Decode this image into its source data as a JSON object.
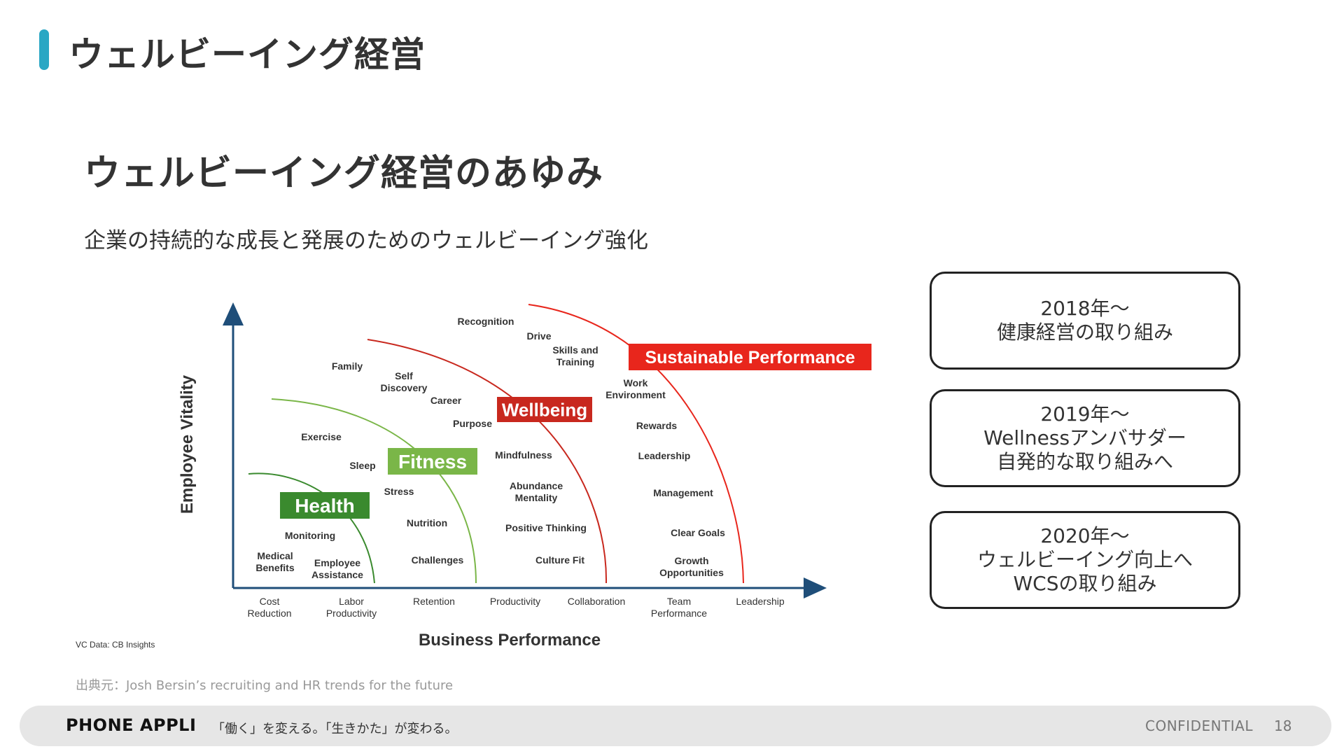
{
  "header": {
    "title": "ウェルビーイング経営",
    "accent_color": "#2aa7c4"
  },
  "section": {
    "title": "ウェルビーイング経営のあゆみ",
    "lead": "企業の持続的な成長と発展のためのウェルビーイング強化"
  },
  "diagram": {
    "y_axis_label": "Employee Vitality",
    "x_axis_label": "Business Performance",
    "credit": "VC Data: CB Insights",
    "x_ticks": [
      [
        "Cost",
        "Reduction"
      ],
      [
        "Labor",
        "Productivity"
      ],
      [
        "Retention"
      ],
      [
        "Productivity"
      ],
      [
        "Collaboration"
      ],
      [
        "Team",
        "Performance"
      ],
      [
        "Leadership"
      ]
    ],
    "stages": [
      {
        "label": "Health",
        "color": "#3a8a2e"
      },
      {
        "label": "Fitness",
        "color": "#7ab648"
      },
      {
        "label": "Wellbeing",
        "color": "#c8281e"
      },
      {
        "label": "Sustainable Performance",
        "color": "#e8261c"
      }
    ],
    "items": [
      [
        "Monitoring"
      ],
      [
        "Medical",
        "Benefits"
      ],
      [
        "Employee",
        "Assistance"
      ],
      [
        "Exercise"
      ],
      [
        "Sleep"
      ],
      [
        "Stress"
      ],
      [
        "Nutrition"
      ],
      [
        "Challenges"
      ],
      [
        "Family"
      ],
      [
        "Self",
        "Discovery"
      ],
      [
        "Career"
      ],
      [
        "Purpose"
      ],
      [
        "Mindfulness"
      ],
      [
        "Abundance",
        "Mentality"
      ],
      [
        "Positive Thinking"
      ],
      [
        "Culture Fit"
      ],
      [
        "Recognition"
      ],
      [
        "Drive"
      ],
      [
        "Skills and",
        "Training"
      ],
      [
        "Work",
        "Environment"
      ],
      [
        "Rewards"
      ],
      [
        "Leadership"
      ],
      [
        "Management"
      ],
      [
        "Clear Goals"
      ],
      [
        "Growth",
        "Opportunities"
      ]
    ]
  },
  "milestones": [
    {
      "year": "2018年～",
      "lines": [
        "健康経営の取り組み"
      ]
    },
    {
      "year": "2019年～",
      "lines": [
        "Wellnessアンバサダー",
        "自発的な取り組みへ"
      ]
    },
    {
      "year": "2020年～",
      "lines": [
        "ウェルビーイング向上へ",
        "WCSの取り組み"
      ]
    }
  ],
  "source": "出典元：Josh Bersin’s recruiting and HR trends for the future",
  "footer": {
    "brand": "PHONE APPLI",
    "tagline": "「働く」を変える。「生きかた」が変わる。",
    "confidential": "CONFIDENTIAL",
    "page_number": "18"
  }
}
